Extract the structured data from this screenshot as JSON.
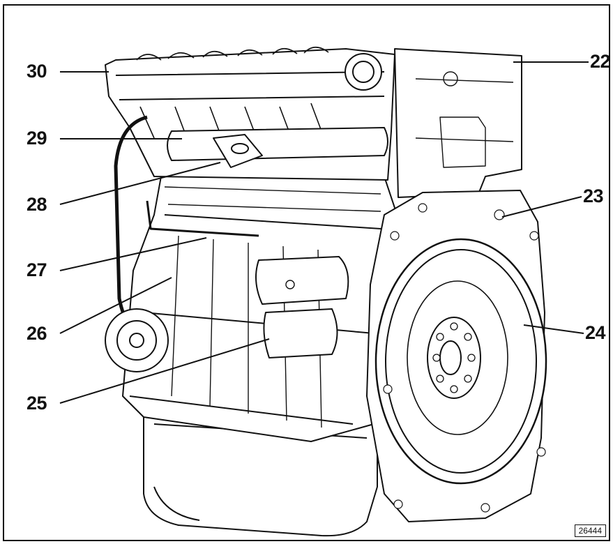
{
  "callouts": {
    "n30": "30",
    "n29": "29",
    "n28": "28",
    "n27": "27",
    "n26": "26",
    "n25": "25",
    "n22": "22",
    "n23": "23",
    "n24": "24"
  },
  "figure_id": "26444",
  "colors": {
    "line": "#111111",
    "background": "#ffffff"
  }
}
